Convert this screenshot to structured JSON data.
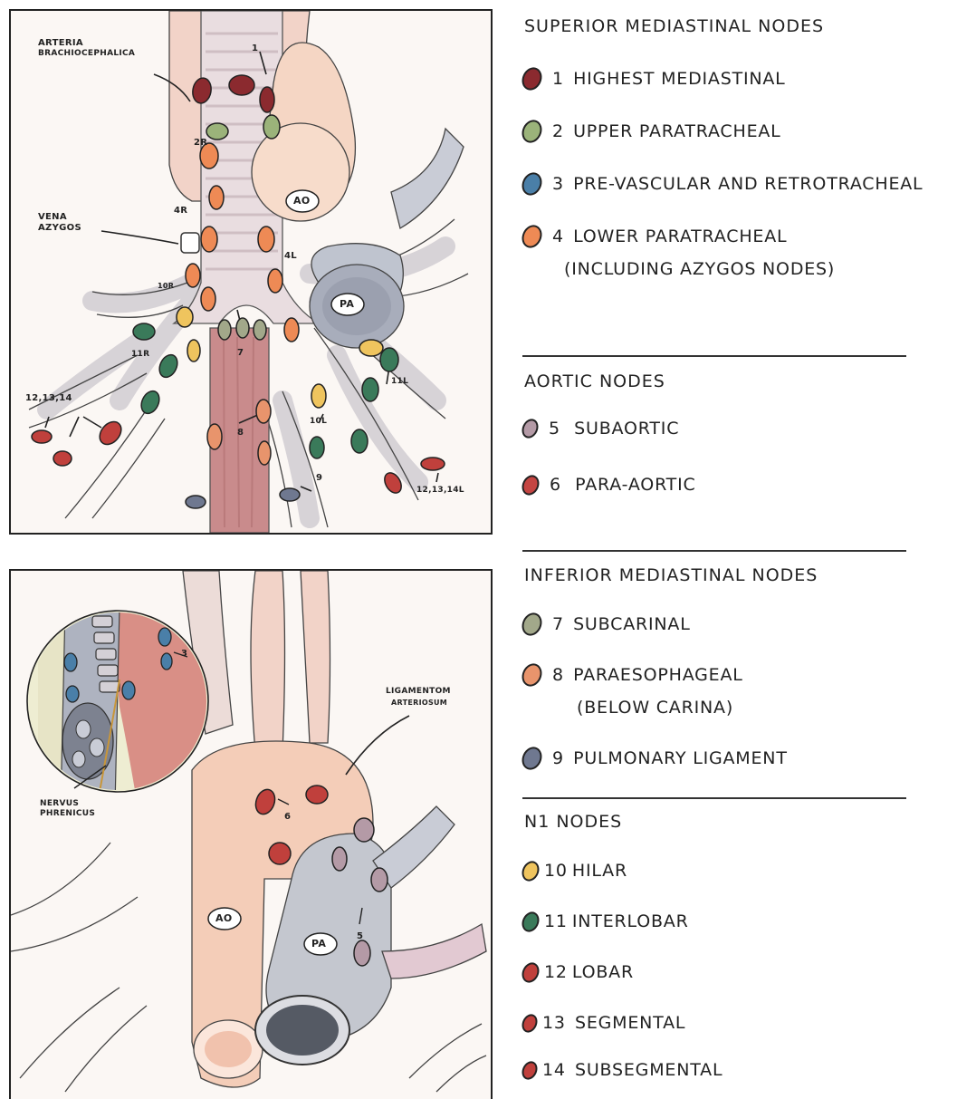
{
  "colors": {
    "highest": "#8b2a2f",
    "upper": "#9bb37a",
    "prevascular": "#4a7fa8",
    "lower": "#ee8a55",
    "subaortic": "#b49aa6",
    "paraaortic": "#c44542",
    "subcarinal": "#a2a88a",
    "paraesophageal": "#e8946c",
    "pulmonary": "#6f7890",
    "hilar": "#efc45e",
    "interlobar": "#3a7a5a",
    "lobar": "#c0403c",
    "segmental": "#c0403c",
    "subsegmental": "#c0403c"
  },
  "diagram_top": {
    "arteria": "ARTERIA",
    "brachiocephalica": "BRACHIOCEPHALICA",
    "vena": "VENA",
    "azygos": "AZYGOS",
    "ao": "AO",
    "pa": "PA",
    "n1": "1",
    "n2r": "2R",
    "n4r": "4R",
    "n4l": "4L",
    "n10r": "10R",
    "n7": "7",
    "n11r": "11R",
    "n12_14": "12,13,14",
    "n8": "8",
    "n9": "9",
    "n10l": "10L",
    "n11l": "11L",
    "n12_14l": "12,13,14L"
  },
  "diagram_bottom": {
    "ligamentom": "LIGAMENTOM",
    "arteriosum": "ARTERIOSUM",
    "nervus": "NERVUS",
    "phrenicus": "PHRENICUS",
    "n3": "3",
    "n6": "6",
    "n5": "5",
    "ao": "AO",
    "pa": "PA"
  },
  "legend": {
    "superior": {
      "title": "SUPERIOR MEDIASTINAL NODES",
      "items": [
        {
          "num": "1",
          "label": "HIGHEST MEDIASTINAL"
        },
        {
          "num": "2",
          "label": "UPPER PARATRACHEAL"
        },
        {
          "num": "3",
          "label": "PRE-VASCULAR AND RETROTRACHEAL"
        },
        {
          "num": "4",
          "label": "LOWER PARATRACHEAL",
          "sub": "(INCLUDING AZYGOS NODES)"
        }
      ]
    },
    "aortic": {
      "title": "AORTIC NODES",
      "items": [
        {
          "num": "5",
          "label": "SUBAORTIC"
        },
        {
          "num": "6",
          "label": "PARA-AORTIC"
        }
      ]
    },
    "inferior": {
      "title": "INFERIOR MEDIASTINAL NODES",
      "items": [
        {
          "num": "7",
          "label": "SUBCARINAL"
        },
        {
          "num": "8",
          "label": "PARAESOPHAGEAL",
          "sub": "(BELOW CARINA)"
        },
        {
          "num": "9",
          "label": "PULMONARY LIGAMENT"
        }
      ]
    },
    "n1": {
      "title": "N1 NODES",
      "items": [
        {
          "num": "10",
          "label": "HILAR"
        },
        {
          "num": "11",
          "label": "INTERLOBAR"
        },
        {
          "num": "12",
          "label": "LOBAR"
        },
        {
          "num": "13",
          "label": "SEGMENTAL"
        },
        {
          "num": "14",
          "label": "SUBSEGMENTAL"
        }
      ]
    }
  }
}
